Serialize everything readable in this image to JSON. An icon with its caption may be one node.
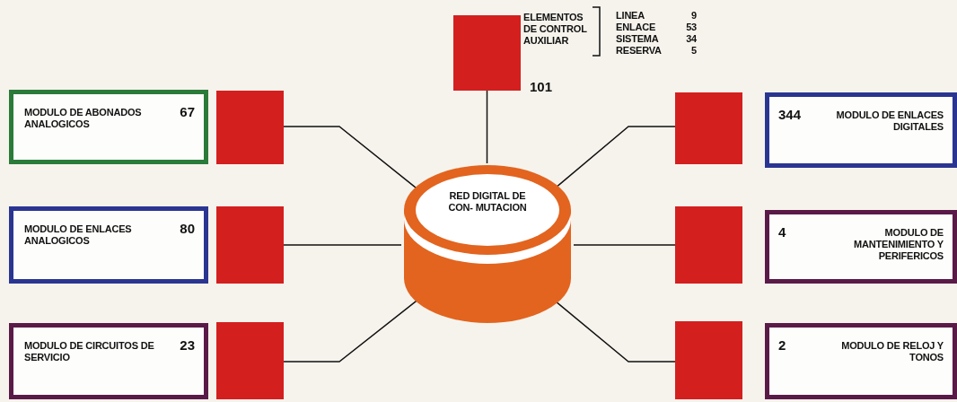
{
  "diagram": {
    "nodes": [
      {
        "text": [],
        "shape": "box",
        "beside": [
          "ELEMENTOS DE CONTROL AUXILIAR",
          "101"
        ]
      },
      {
        "text": [
          "RED DIGITAL DE CON- MUTACION"
        ]
      },
      {
        "text": [
          "MODULO DE ABONADOS ANALOGICOS",
          "67"
        ]
      },
      {
        "text": [],
        "shape": "box"
      },
      {
        "text": [],
        "shape": "box"
      },
      {
        "text": [
          "344",
          "MODULO DE ENLACES DIGITALES"
        ]
      },
      {
        "text": [
          "MODULO DE ENLACES ANALOGICOS",
          "80"
        ]
      },
      {
        "text": [],
        "shape": "box"
      },
      {
        "text": [],
        "shape": "box"
      },
      {
        "text": [
          "4",
          "MODULO DE MANTENIMIENTO Y PERIFERICOS"
        ]
      },
      {
        "text": [
          "MODULO DE CIRCUITOS DE SERVICIO",
          "23"
        ]
      },
      {
        "text": [],
        "shape": "box"
      },
      {
        "text": [],
        "shape": "box"
      },
      {
        "text": [
          "2",
          "MODULO DE RELOJ Y TONOS"
        ]
      }
    ],
    "edges": [
      {
        "from": 1,
        "to": 0,
        "arrow": "none"
      },
      {
        "from": 1,
        "to": 3,
        "arrow": "none"
      },
      {
        "from": 1,
        "to": 4,
        "arrow": "none"
      },
      {
        "from": 1,
        "to": 7,
        "arrow": "none"
      },
      {
        "from": 1,
        "to": 8,
        "arrow": "none"
      },
      {
        "from": 1,
        "to": 11,
        "arrow": "none"
      },
      {
        "from": 1,
        "to": 12,
        "arrow": "none"
      }
    ],
    "labels": [
      "LINEA",
      "9",
      "ENLACE",
      "53",
      "SISTEMA",
      "34",
      "RESERVA",
      "5"
    ]
  }
}
